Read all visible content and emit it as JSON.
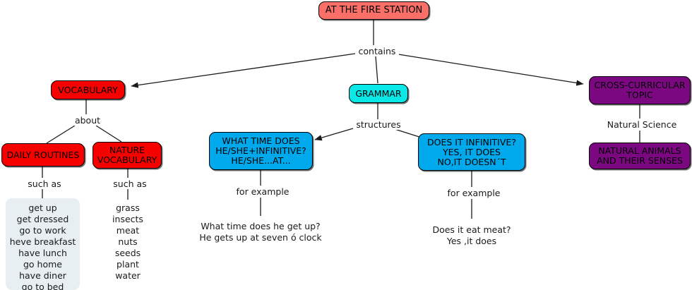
{
  "map": {
    "title": "AT THE FIRE STATION",
    "colors": {
      "title_box": "#fa7069",
      "vocabulary_red": "#f60000",
      "grammar_cyan": "#09e7e7",
      "structure_blue": "#00a9ec",
      "cross_curricular_purple": "#7c0881",
      "list_box_background": "#e8eff2",
      "edge_line": "#1a1a1a"
    },
    "nodes": {
      "root": "AT THE FIRE STATION",
      "vocabulary": "VOCABULARY",
      "grammar": "GRAMMAR",
      "cross_curricular": "CROSS-CURRICULAR\nTOPIC",
      "daily_routines": "DAILY ROUTINES",
      "nature_vocabulary": "NATURE\nVOCABULARY",
      "structure_what_time": "WHAT TIME DOES\nHE/SHE+INFINITIVE?\nHE/SHE...AT...",
      "structure_does_it": "DOES IT INFINITIVE?\nYES, IT DOES\nNO,IT DOESN´T",
      "natural_animals": "NATURAL ANIMALS\nAND THEIR SENSES"
    },
    "link_labels": {
      "contains": "contains",
      "about": "about",
      "structures": "structures",
      "such_as_left": "such as",
      "such_as_right": "such as",
      "for_example_left": "for example",
      "for_example_right": "for example",
      "natural_science": "Natural Science"
    },
    "leaves": {
      "daily_routines_list": "get up\nget dressed\ngo to work\nheve breakfast\nhave lunch\ngo home\nhave diner\ngo to bed",
      "nature_list": "grass\ninsects\nmeat\nnuts\nseeds\nplant\nwater",
      "example_what_time": "What time does he get up?\nHe gets up at seven ó clock",
      "example_does_it": "Does it eat meat?\nYes ,it does"
    }
  }
}
